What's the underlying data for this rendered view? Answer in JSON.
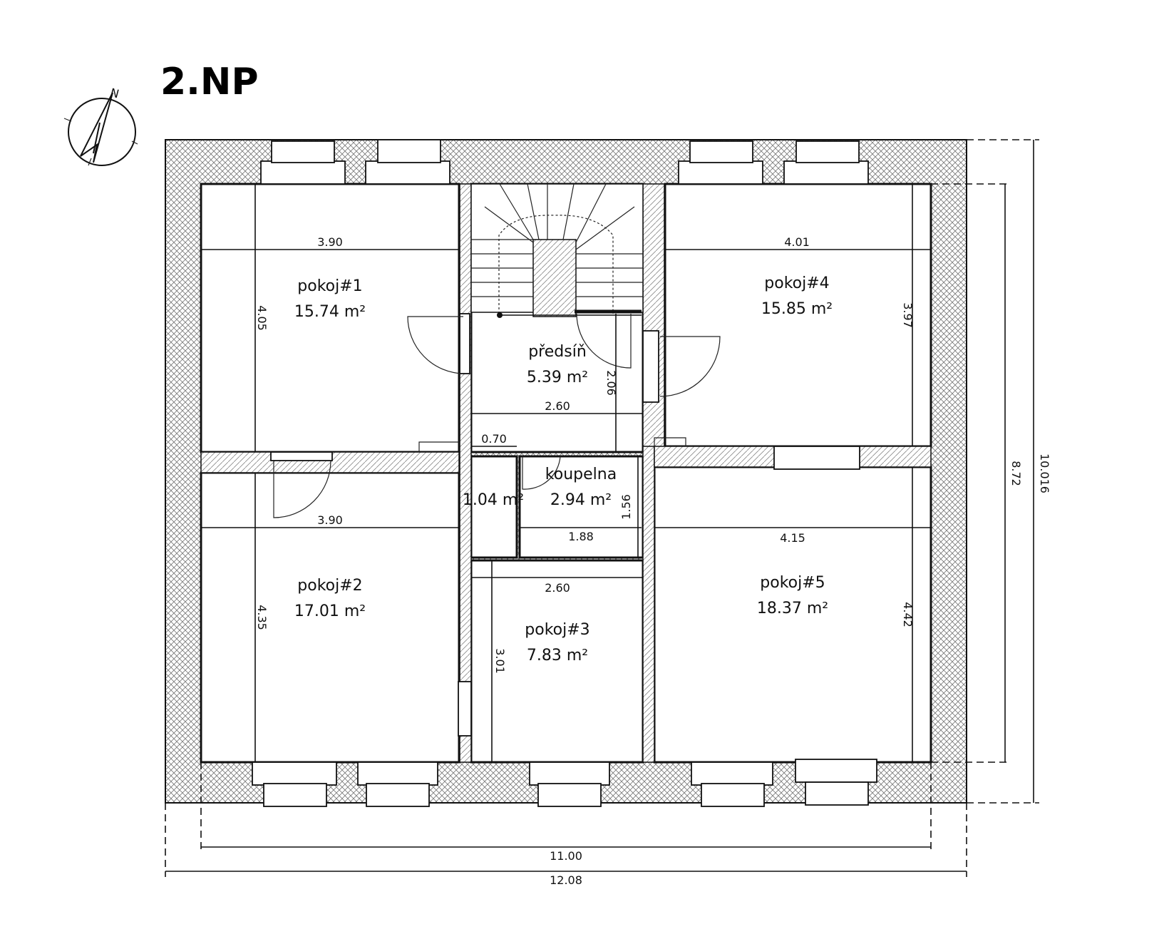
{
  "plan": {
    "title": "2.NP",
    "compass_icon": "north-arrow-icon",
    "compass_label": "N"
  },
  "rooms": [
    {
      "id": "pokoj1",
      "name": "pokoj#1",
      "area": "15.74 m²"
    },
    {
      "id": "pokoj2",
      "name": "pokoj#2",
      "area": "17.01 m²"
    },
    {
      "id": "predsin",
      "name": "předsíň",
      "area": "5.39 m²"
    },
    {
      "id": "wc",
      "name": "",
      "area": "1.04 m²"
    },
    {
      "id": "koupelna",
      "name": "koupelna",
      "area": "2.94 m²"
    },
    {
      "id": "pokoj3",
      "name": "pokoj#3",
      "area": "7.83 m²"
    },
    {
      "id": "pokoj4",
      "name": "pokoj#4",
      "area": "15.85 m²"
    },
    {
      "id": "pokoj5",
      "name": "pokoj#5",
      "area": "18.37 m²"
    }
  ],
  "dimensions": {
    "pokoj1_width": "3.90",
    "pokoj1_depth": "4.05",
    "pokoj2_width": "3.90",
    "pokoj2_depth": "4.35",
    "predsin_width": "2.60",
    "predsin_depth": "2.06",
    "wc_width": "0.70",
    "koupelna_width": "1.88",
    "koupelna_depth": "1.56",
    "pokoj3_width": "2.60",
    "pokoj3_depth": "3.01",
    "pokoj4_width": "4.01",
    "pokoj4_depth": "3.97",
    "pokoj5_width": "4.15",
    "pokoj5_depth": "4.42",
    "inner_width": "11.00",
    "outer_width": "12.08",
    "inner_depth": "8.72",
    "outer_depth": "10.016"
  }
}
